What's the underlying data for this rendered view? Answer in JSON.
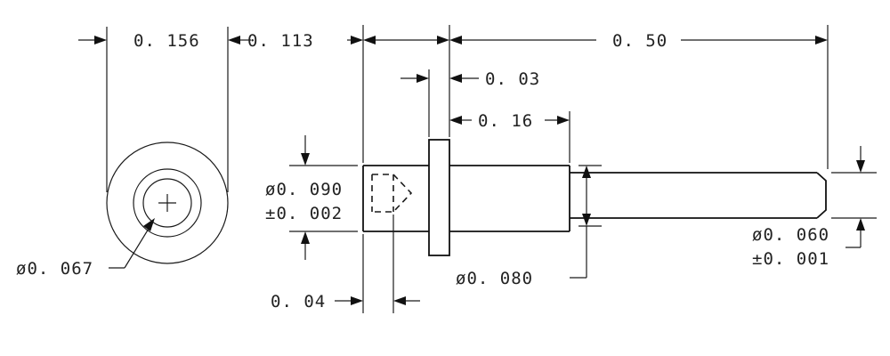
{
  "drawing": {
    "dimensions": {
      "end_view_width": "0. 156",
      "head_length": "0. 113",
      "overall_length": "0. 50",
      "flange_thickness": "0. 03",
      "shoulder_length": "0. 16",
      "head_diameter": "ø0. 090",
      "head_diameter_tol": "±0. 002",
      "bore_diameter": "ø0. 067",
      "bore_depth": "0. 04",
      "shoulder_diameter": "ø0. 080",
      "pin_diameter": "ø0. 060",
      "pin_diameter_tol": "±0. 001"
    }
  }
}
